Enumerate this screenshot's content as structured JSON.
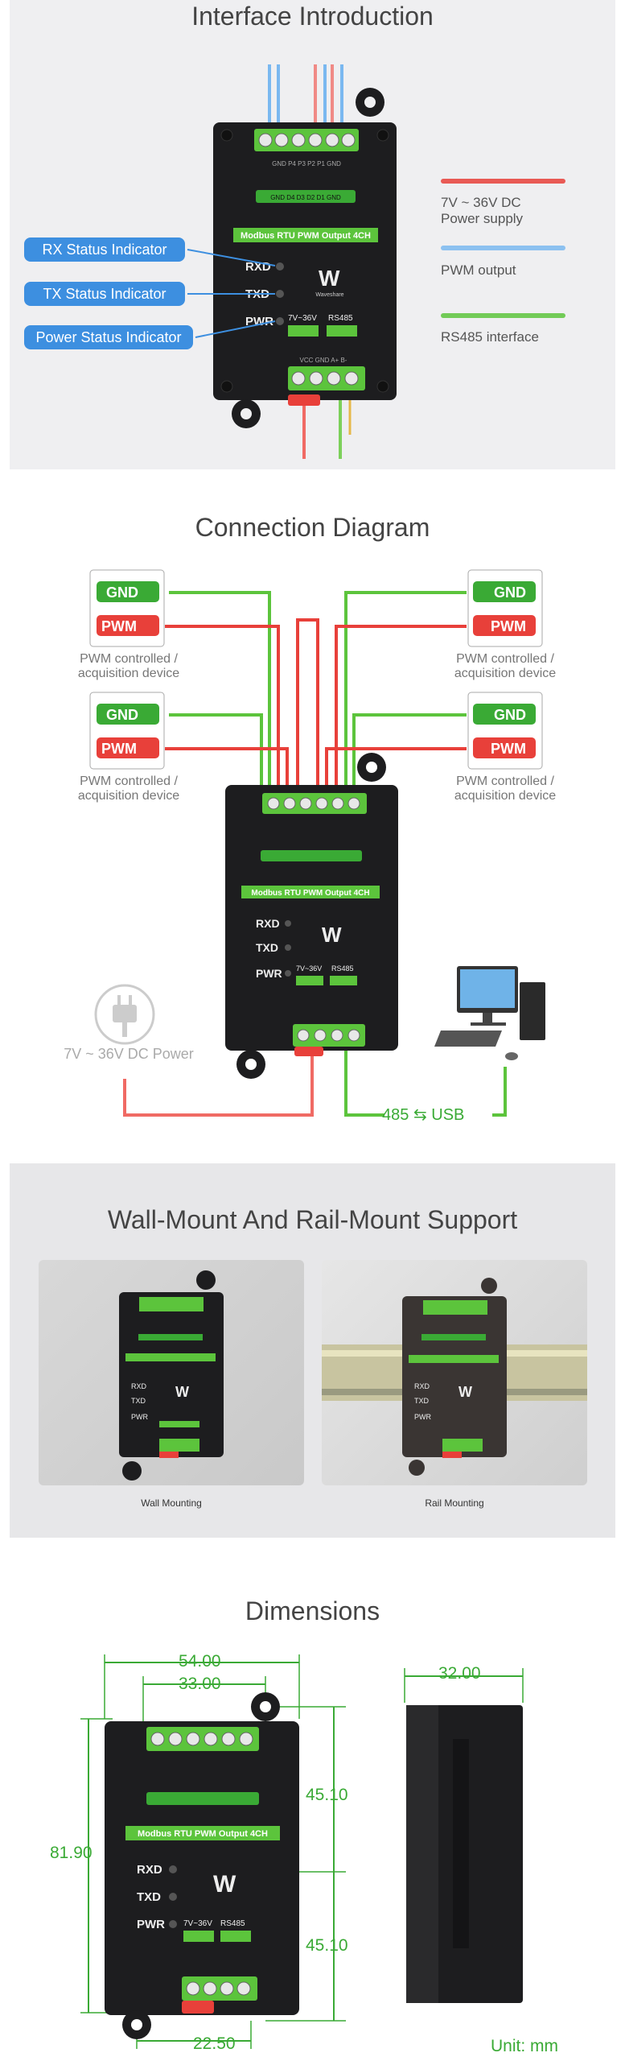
{
  "colors": {
    "power": "#e8403a",
    "pwm": "#3d8fe0",
    "rs485": "#5cc43c",
    "green": "#3aaa35",
    "pill": "#3d8fe0"
  },
  "interface": {
    "title": "Interface Introduction",
    "pills": [
      "RX Status Indicator",
      "TX Status Indicator",
      "Power Status Indicator"
    ],
    "legend": {
      "power_1": "7V ~ 36V DC",
      "power_2": "Power supply",
      "pwm": "PWM output",
      "rs485": "RS485 interface"
    }
  },
  "device": {
    "top_pins": "GND  P4  P3  P2  P1  GND",
    "led_row": "GND  D4  D3  D2  D1  GND",
    "name": "Modbus RTU PWM Output 4CH",
    "rxd": "RXD",
    "txd": "TXD",
    "pwr": "PWR",
    "power_range": "7V~36V",
    "rs485": "RS485",
    "bottom_pins": "VCC GND  A+  B-",
    "brand": "Waveshare"
  },
  "connection": {
    "title": "Connection Diagram",
    "gnd_label": "GND",
    "pwm_label": "PWM",
    "device_label_1": "PWM controlled /",
    "device_label_2": "acquisition device",
    "power_label": "7V ~ 36V DC Power",
    "usb_label_left": "485",
    "usb_label_right": "USB"
  },
  "mounting": {
    "title": "Wall-Mount And Rail-Mount Support",
    "wall_caption": "Wall Mounting",
    "rail_caption": "Rail Mounting"
  },
  "dimensions": {
    "title": "Dimensions",
    "width_total": "54.00",
    "width_pins": "33.00",
    "height_total": "81.90",
    "upper_half": "45.10",
    "lower_half": "45.10",
    "bottom_offset": "22.50",
    "depth": "32.00",
    "unit": "Unit: mm"
  }
}
